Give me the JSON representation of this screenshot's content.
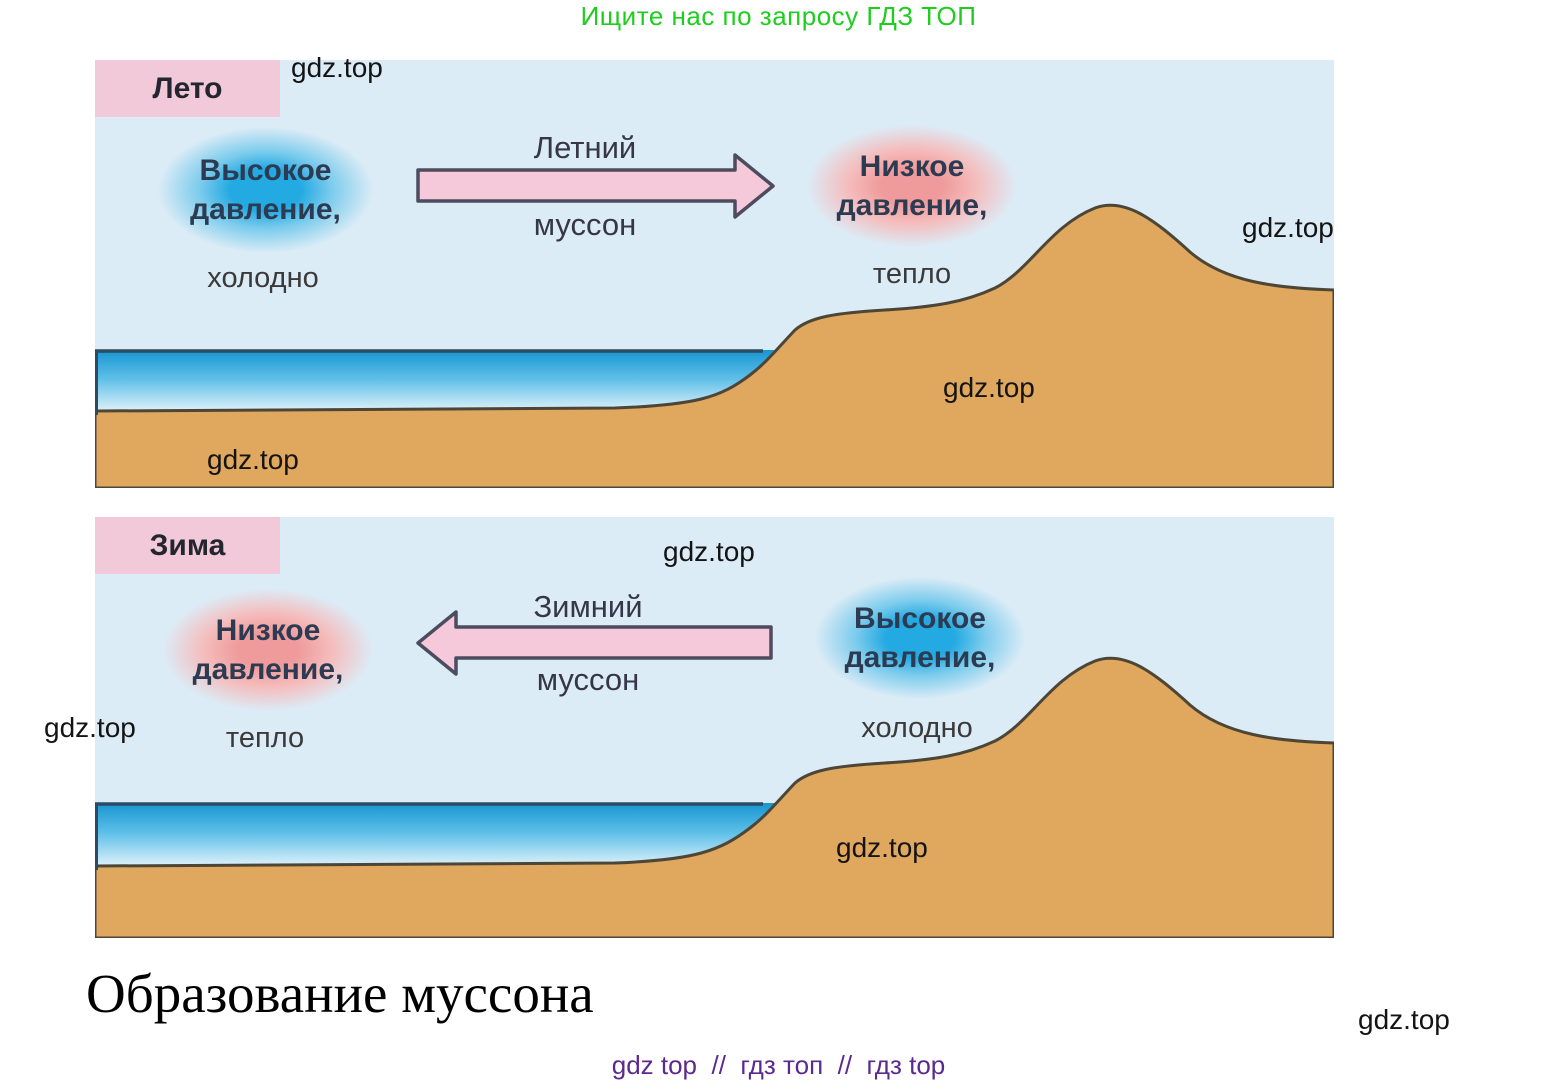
{
  "promo": "Ищите нас по запросу ГДЗ ТОП",
  "watermark": "gdz.top",
  "summer": {
    "season": "Лето",
    "high_pressure_line1": "Высокое",
    "high_pressure_line2": "давление,",
    "cold": "холодно",
    "monsoon_line1": "Летний",
    "monsoon_line2": "муссон",
    "low_pressure_line1": "Низкое",
    "low_pressure_line2": "давление,",
    "warm": "тепло"
  },
  "winter": {
    "season": "Зима",
    "low_pressure_line1": "Низкое",
    "low_pressure_line2": "давление,",
    "warm": "тепло",
    "monsoon_line1": "Зимний",
    "monsoon_line2": "муссон",
    "high_pressure_line1": "Высокое",
    "high_pressure_line2": "давление,",
    "cold": "холодно"
  },
  "caption": "Образование муссона",
  "footer": "gdz top  //  гдз топ  //  гдз top",
  "colors": {
    "sky": "#dcecf7",
    "sea_top": "#1895d2",
    "land": "#e0a75e",
    "land_outline": "#4d4637",
    "arrow_fill": "#f6c9da",
    "arrow_outline": "#4c4c5e",
    "season_box": "#f2c9d8",
    "high_pressure_blob": "#24aae2",
    "low_pressure_blob": "#ef9b9b",
    "promo_green": "#1fcd1f",
    "footer_purple": "#5b2a8f"
  }
}
